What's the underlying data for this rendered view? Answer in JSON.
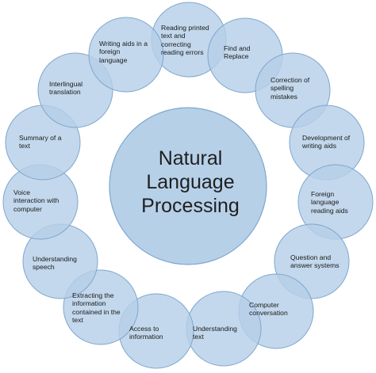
{
  "diagram": {
    "center_label": "Natural\nLanguage\nProcessing",
    "colors": {
      "circle_fill": "#b6d0e8",
      "circle_stroke": "#7fa6cf",
      "text": "#1a1a1a"
    },
    "nodes": [
      {
        "label": "Reading printed\ntext and\ncorrecting\nreading errors"
      },
      {
        "label": "Find and\nReplace"
      },
      {
        "label": "Correction of\nspelling\nmistakes"
      },
      {
        "label": "Development of\nwriting aids"
      },
      {
        "label": "Foreign\nlanguage\nreading aids"
      },
      {
        "label": "Question and\nanswer systems"
      },
      {
        "label": "Computer\nconversation"
      },
      {
        "label": "Understanding\ntext"
      },
      {
        "label": "Access to\ninformation"
      },
      {
        "label": "Extracting the\ninformation\ncontained in the\ntext"
      },
      {
        "label": "Understanding\nspeech"
      },
      {
        "label": "Voice\ninteraction with\ncomputer"
      },
      {
        "label": "Summary of a\ntext"
      },
      {
        "label": "Interlingual\ntranslation"
      },
      {
        "label": "Writing aids in a\nforeign\nlanguage"
      }
    ]
  }
}
